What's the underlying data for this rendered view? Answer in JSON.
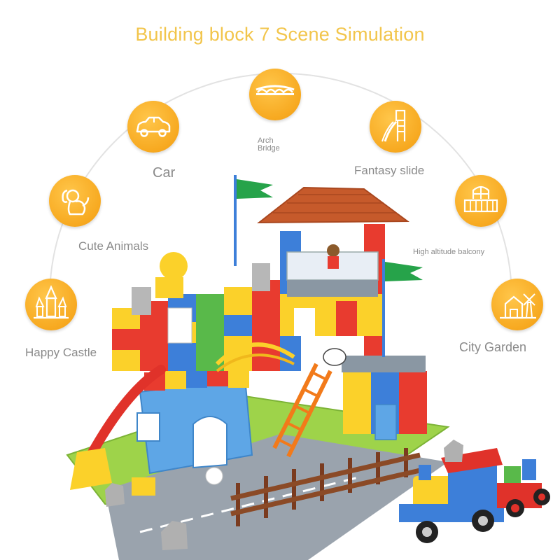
{
  "title": "Building block 7 Scene Simulation",
  "scenes": [
    {
      "label": "Arch",
      "label2": "Bridge",
      "icon": "arch-bridge-icon"
    },
    {
      "label": "Car",
      "icon": "car-icon"
    },
    {
      "label": "Fantasy slide",
      "icon": "slide-icon"
    },
    {
      "label": "Cute Animals",
      "icon": "dog-icon"
    },
    {
      "label": "High altitude balcony",
      "icon": "balcony-icon"
    },
    {
      "label": "Happy Castle",
      "icon": "castle-icon"
    },
    {
      "label": "City Garden",
      "icon": "windmill-house-icon"
    }
  ],
  "colors": {
    "title": "#f2c54b",
    "badge": "#f7a920",
    "label": "#8a8a8a"
  }
}
